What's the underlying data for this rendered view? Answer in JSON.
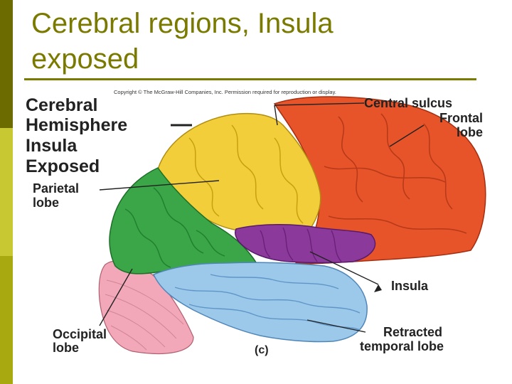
{
  "slide": {
    "title_line1": "Cerebral regions, Insula",
    "title_line2": "exposed"
  },
  "figure": {
    "copyright": "Copyright © The McGraw-Hill Companies, Inc. Permission required for reproduction or display.",
    "heading": [
      "Cerebral",
      "Hemisphere",
      "Insula",
      "Exposed"
    ],
    "labels": {
      "central_sulcus": "Central sulcus",
      "frontal_lobe": [
        "Frontal",
        "lobe"
      ],
      "parietal_lobe": [
        "Parietal",
        "lobe"
      ],
      "occipital_lobe": [
        "Occipital",
        "lobe"
      ],
      "insula": "Insula",
      "temporal_lobe": [
        "Retracted",
        "temporal lobe"
      ],
      "panel": "(c)"
    },
    "colors": {
      "frontal": "#e8542a",
      "parietal": "#f2cf3a",
      "occipital": "#3aa648",
      "insula": "#8b3a9c",
      "temporal": "#9cc8ea",
      "cerebellum": "#f2a8b8",
      "accent": "#7a7a00"
    }
  }
}
